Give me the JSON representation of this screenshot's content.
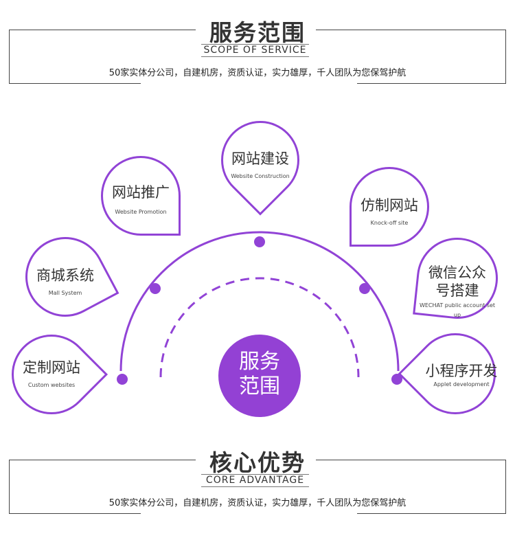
{
  "service_section": {
    "title": "服务范围",
    "subtitle": "SCOPE OF SERVICE",
    "description": "50家实体分公司，自建机房，资质认证，实力雄厚，千人团队为您保驾护航"
  },
  "diagram": {
    "center_label": [
      "服务",
      "范围"
    ],
    "items": [
      {
        "zh": "网站建设",
        "en": "Website Construction"
      },
      {
        "zh": "网站推广",
        "en": "Website Promotion"
      },
      {
        "zh": "仿制网站",
        "en": "Knock-off site"
      },
      {
        "zh": "商城系统",
        "en": "Mall System"
      },
      {
        "zh": "微信公众号搭建",
        "en": "WECHAT public account set up"
      },
      {
        "zh": "定制网站",
        "en": "Custom websites"
      },
      {
        "zh": "小程序开发",
        "en": "Applet development"
      }
    ],
    "accent": "#9143d6"
  },
  "advantage_section": {
    "title": "核心优势",
    "subtitle": "CORE ADVANTAGE",
    "description": "50家实体分公司，自建机房，资质认证，实力雄厚，千人团队为您保驾护航"
  }
}
